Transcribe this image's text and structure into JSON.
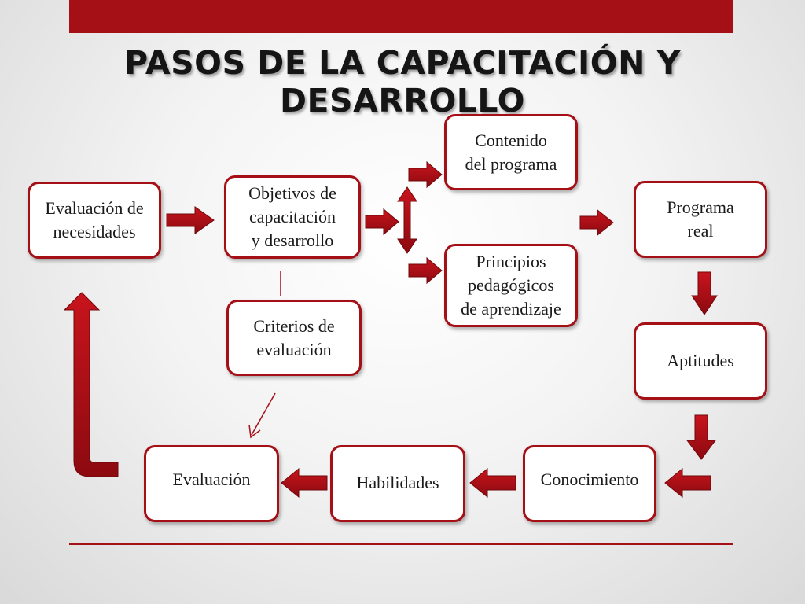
{
  "slide": {
    "title": "PASOS DE LA CAPACITACIÓN Y DESARROLLO",
    "accent_color": "#a50f16"
  },
  "nodes": {
    "evaluacion_necesidades": "Evaluación de\nnecesidades",
    "objetivos": "Objetivos de\ncapacitación\ny desarrollo",
    "contenido": "Contenido\ndel programa",
    "principios": "Principios\npedagógicos\nde aprendizaje",
    "programa_real": "Programa\nreal",
    "criterios": "Criterios de\nevaluación",
    "aptitudes": "Aptitudes",
    "conocimiento": "Conocimiento",
    "habilidades": "Habilidades",
    "evaluacion": "Evaluación"
  }
}
